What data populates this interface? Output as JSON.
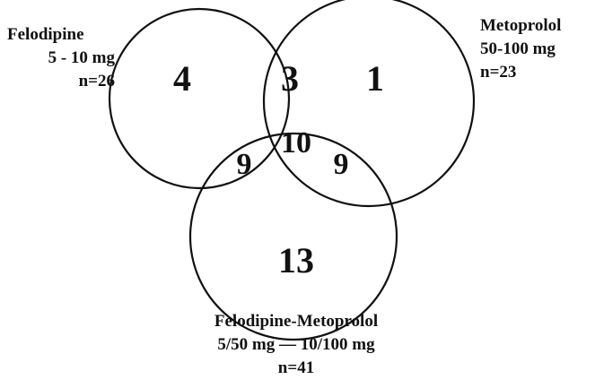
{
  "sets": {
    "felodipine": {
      "name": "Felodipine",
      "dose": "5 - 10 mg",
      "n": "n=26"
    },
    "metoprolol": {
      "name": "Metoprolol",
      "dose": "50-100 mg",
      "n": "n=23"
    },
    "combination": {
      "name": "Felodipine-Metoprolol",
      "dose": "5/50 mg — 10/100 mg",
      "n": "n=41"
    }
  },
  "regions": {
    "felodipine_only": "4",
    "metoprolol_only": "1",
    "combination_only": "13",
    "felodipine_metoprolol": "3",
    "felodipine_combination": "9",
    "metoprolol_combination": "9",
    "all_three": "10"
  }
}
